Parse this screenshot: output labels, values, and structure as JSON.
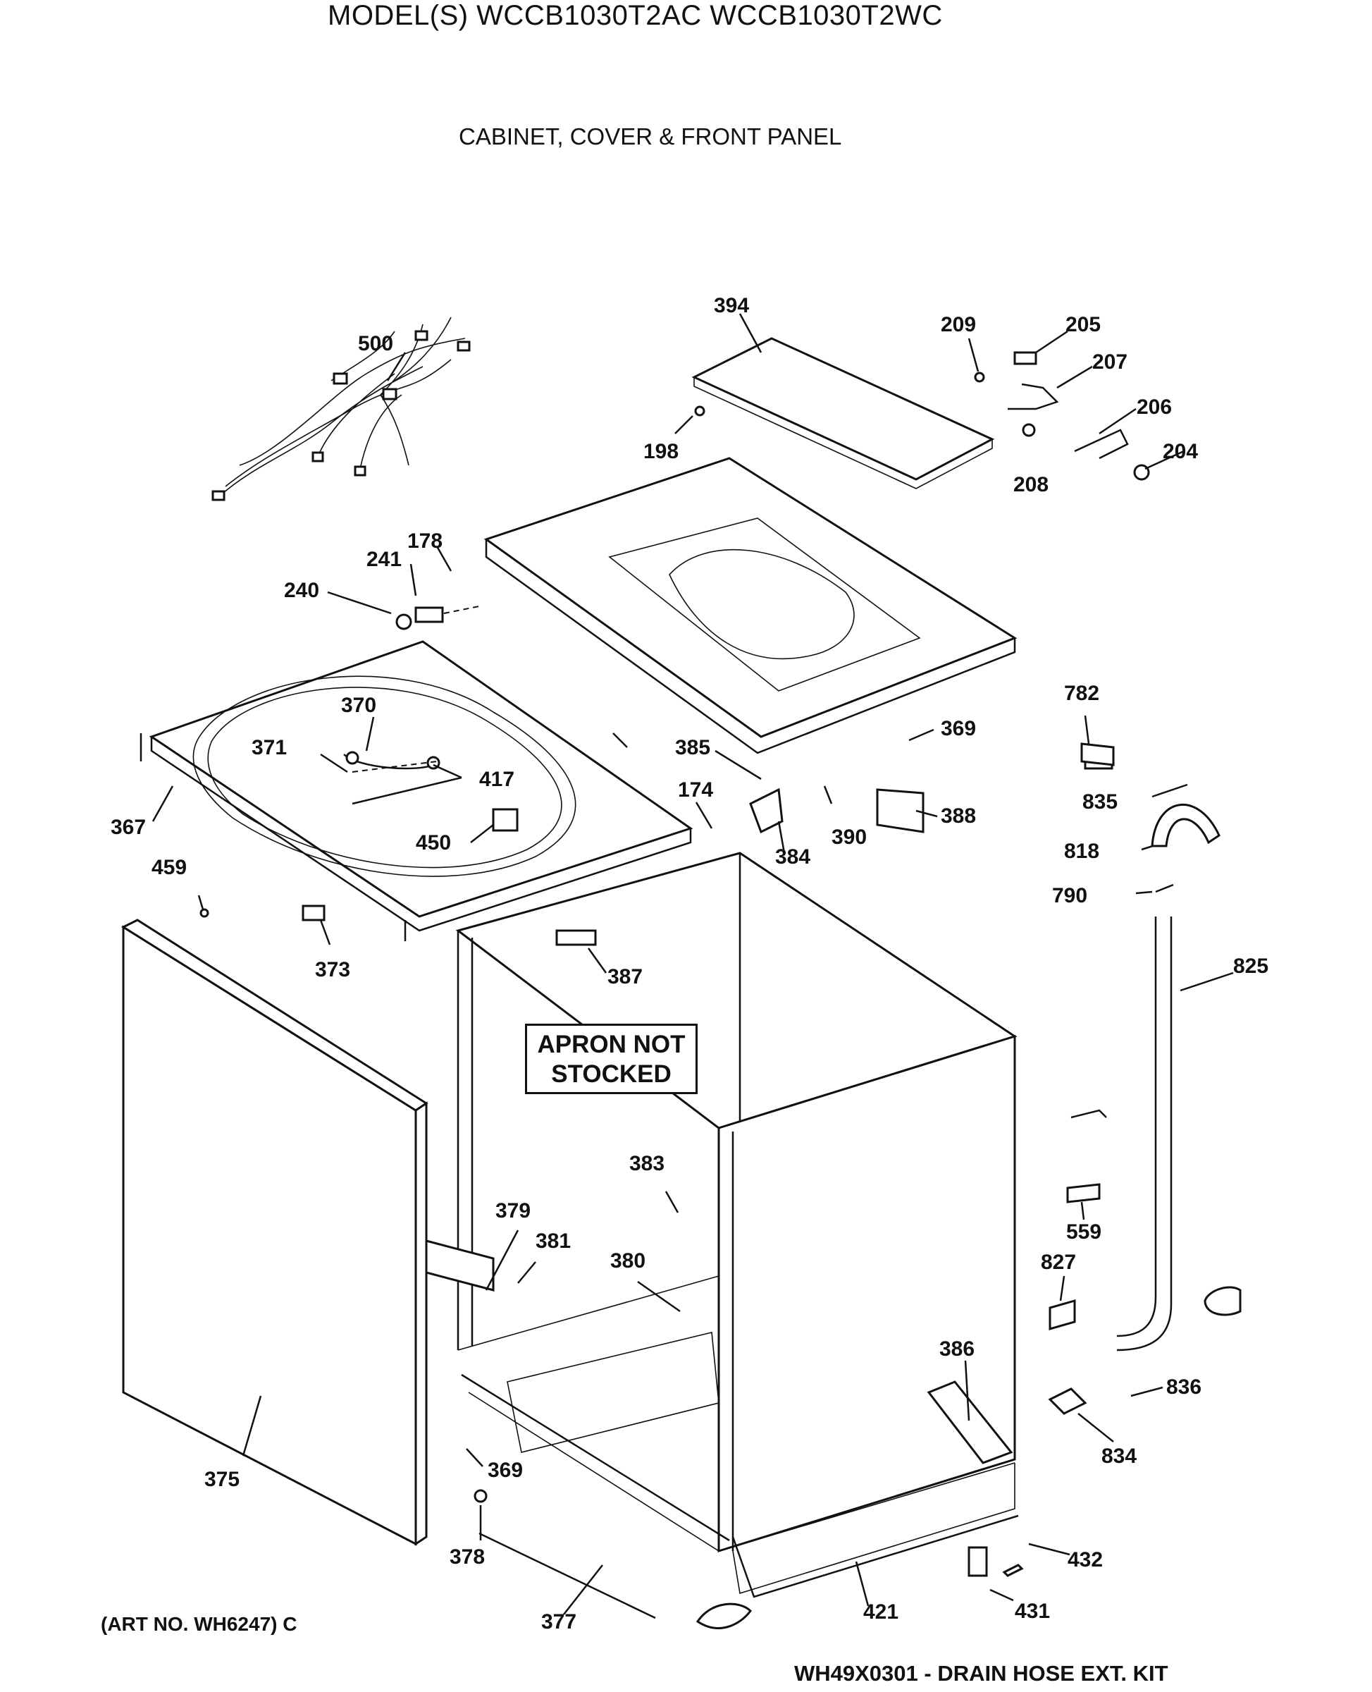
{
  "header": {
    "model": "MODEL(S) WCCB1030T2AC  WCCB1030T2WC",
    "section": "CABINET, COVER & FRONT PANEL"
  },
  "notice": {
    "line1": "APRON NOT",
    "line2": "STOCKED"
  },
  "footer": {
    "art_no": "(ART NO. WH6247) C",
    "kit": "WH49X0301 - DRAIN HOSE EXT. KIT"
  },
  "callouts": [
    "394",
    "209",
    "205",
    "207",
    "206",
    "204",
    "208",
    "198",
    "500",
    "178",
    "241",
    "240",
    "782",
    "369",
    "385",
    "174",
    "388",
    "370",
    "371",
    "417",
    "367",
    "450",
    "384",
    "390",
    "835",
    "818",
    "790",
    "459",
    "373",
    "825",
    "387",
    "383",
    "379",
    "381",
    "380",
    "559",
    "827",
    "386",
    "836",
    "834",
    "375",
    "369",
    "378",
    "432",
    "421",
    "431",
    "377"
  ]
}
